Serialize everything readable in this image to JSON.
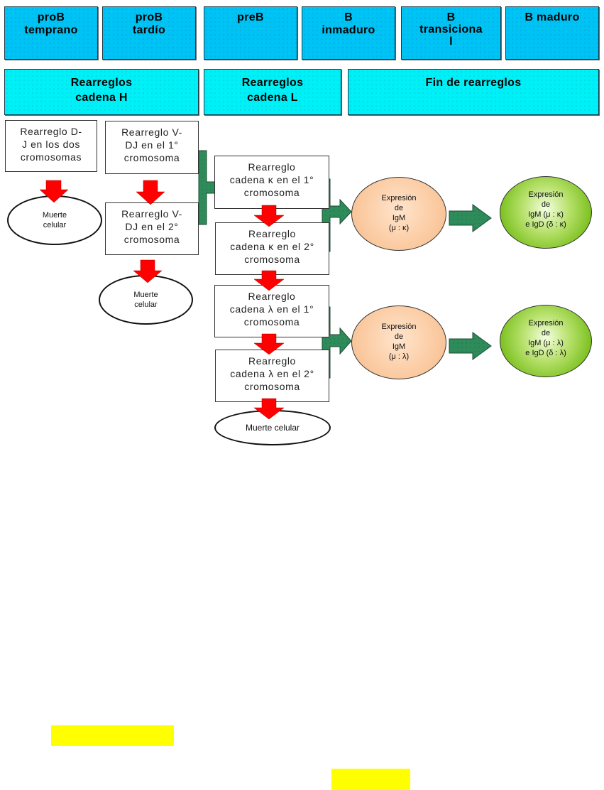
{
  "stages": [
    {
      "id": "prob-temprano",
      "label": "proB\ntemprano"
    },
    {
      "id": "prob-tardio",
      "label": "proB\ntardío"
    },
    {
      "id": "preb",
      "label": "preB"
    },
    {
      "id": "b-inmaduro",
      "label": "B\ninmaduro"
    },
    {
      "id": "b-transicional",
      "label": "B\ntransiciona\nl"
    },
    {
      "id": "b-maduro",
      "label": "B maduro"
    }
  ],
  "phases": [
    {
      "id": "rearreglos-cadena-h",
      "label": "Rearreglos\ncadena H"
    },
    {
      "id": "rearreglos-cadena-l",
      "label": "Rearreglos\ncadena L"
    },
    {
      "id": "fin-de-rearreglos",
      "label": "Fin de rearreglos"
    }
  ],
  "steps": {
    "dj": "Rearreglo D-\nJ en los dos\ncromosomas",
    "vdj1": "Rearreglo V-\nDJ en el 1°\ncromosoma",
    "vdj2": "Rearreglo V-\nDJ en el 2°\ncromosoma",
    "kappa1": "Rearreglo\ncadena κ en el 1°\ncromosoma",
    "kappa2": "Rearreglo\ncadena κ en el 2°\ncromosoma",
    "lambda1": "Rearreglo\ncadena λ en el 1°\ncromosoma",
    "lambda2": "Rearreglo\ncadena λ en el 2°\ncromosoma"
  },
  "outcomes": {
    "death1": "Muerte\ncelular",
    "death2": "Muerte\ncelular",
    "death3": "Muerte  celular"
  },
  "cells": {
    "igm_kappa": "Expresión\nde\nIgM\n(μ : κ)",
    "igm_igd_kappa": "Expresión\nde\nIgM (μ : κ)\ne IgD (δ : κ)",
    "igm_lambda": "Expresión\nde\nIgM\n(μ : λ)",
    "igm_igd_lambda": "Expresión\nde\nIgM (μ : λ)\ne IgD (δ : λ)"
  },
  "colors": {
    "stage_fill": "#00c3f5",
    "phase_fill": "#00f0f8",
    "fail_arrow": "#ff0000",
    "success_arrow": "#2e8b5a",
    "immature_cell": "#fbcba2",
    "mature_cell": "#7ec223",
    "highlight": "#ffff00"
  }
}
